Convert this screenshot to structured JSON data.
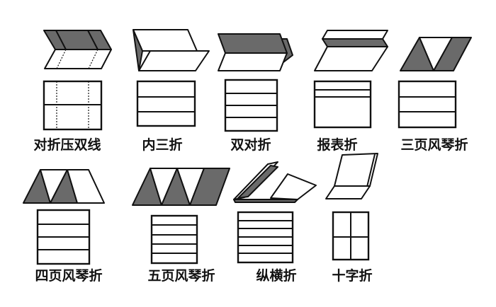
{
  "title": "Paper folding methods",
  "colors": {
    "shade": "#6a6a6a",
    "line": "#111111",
    "background": "#ffffff"
  },
  "folds": [
    {
      "label": "对折压双线",
      "panels": 2
    },
    {
      "label": "内三折",
      "panels": 3
    },
    {
      "label": "双对折",
      "panels": 4
    },
    {
      "label": "报表折",
      "panels": 3
    },
    {
      "label": "三页风琴折",
      "panels": 3
    },
    {
      "label": "四页风琴折",
      "panels": 4
    },
    {
      "label": "五页风琴折",
      "panels": 5
    },
    {
      "label": "纵横折",
      "panels": 6
    },
    {
      "label": "十字折",
      "panels": 4
    }
  ]
}
